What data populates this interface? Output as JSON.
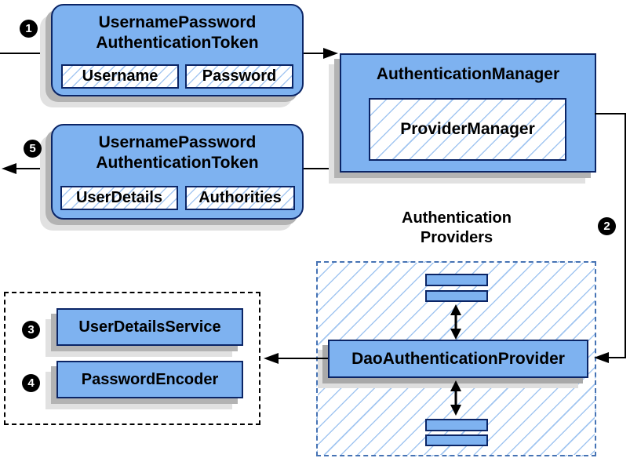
{
  "steps": {
    "s1": "1",
    "s2": "2",
    "s3": "3",
    "s4": "4",
    "s5": "5"
  },
  "token_request": {
    "title1": "UsernamePassword",
    "title2": "AuthenticationToken",
    "field1": "Username",
    "field2": "Password"
  },
  "manager": {
    "title": "AuthenticationManager",
    "inner": "ProviderManager"
  },
  "providers": {
    "heading1": "Authentication",
    "heading2": "Providers",
    "dao": "DaoAuthenticationProvider"
  },
  "services": {
    "item1": "UserDetailsService",
    "item2": "PasswordEncoder"
  },
  "token_result": {
    "title1": "UsernamePassword",
    "title2": "AuthenticationToken",
    "field1": "UserDetails",
    "field2": "Authorities"
  },
  "colors": {
    "box_fill": "#7EB2F0",
    "box_border": "#0B2566",
    "hatch_line": "#A6C8F2",
    "provider_dash_border": "#4673B4",
    "shadow_dark": "#B3B3B3",
    "shadow_light": "#E1E1E1",
    "connector": "#000000",
    "badge_bg": "#000000",
    "badge_text": "#FFFFFF"
  }
}
